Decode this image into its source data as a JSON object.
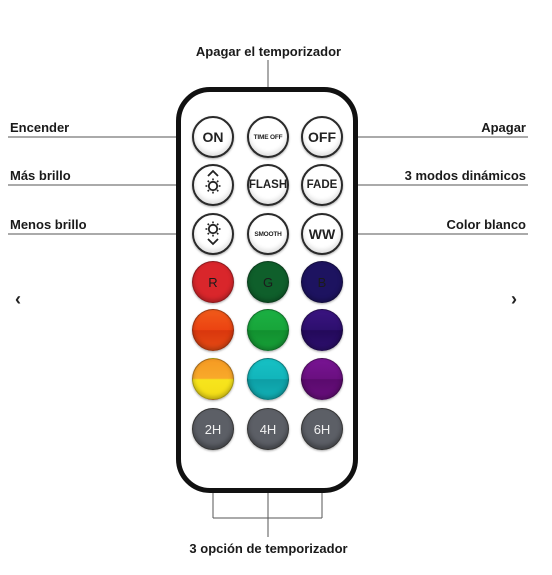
{
  "labels": {
    "top": "Apagar el temporizador",
    "left": [
      "Encender",
      "Más brillo",
      "Menos brillo"
    ],
    "right": [
      "Apagar",
      "3 modos dinámicos",
      "Color blanco"
    ],
    "bottom": "3 opción de temporizador"
  },
  "nav": {
    "prev": "‹",
    "next": "›"
  },
  "buttons": {
    "on": "ON",
    "time_off": "TIME OFF",
    "off": "OFF",
    "flash": "FLASH",
    "fade": "FADE",
    "smooth": "SMOOTH",
    "ww": "WW",
    "r": "R",
    "g": "G",
    "b": "B",
    "h2": "2H",
    "h4": "4H",
    "h6": "6H"
  },
  "icons": {
    "brightness_up": "brightness-up-icon",
    "brightness_down": "brightness-down-icon"
  },
  "colors": {
    "red": "#d9262b",
    "green": "#0f5f2b",
    "blue": "#1d1360",
    "orange_red": "#ef4b14",
    "bright_green": "#18a53a",
    "indigo": "#2d0f6e",
    "yellow_top": "#f59a23",
    "yellow_bottom": "#f7e51d",
    "cyan": "#12b5bb",
    "purple": "#6a0f80",
    "timer_gray": "#5c5f66"
  }
}
